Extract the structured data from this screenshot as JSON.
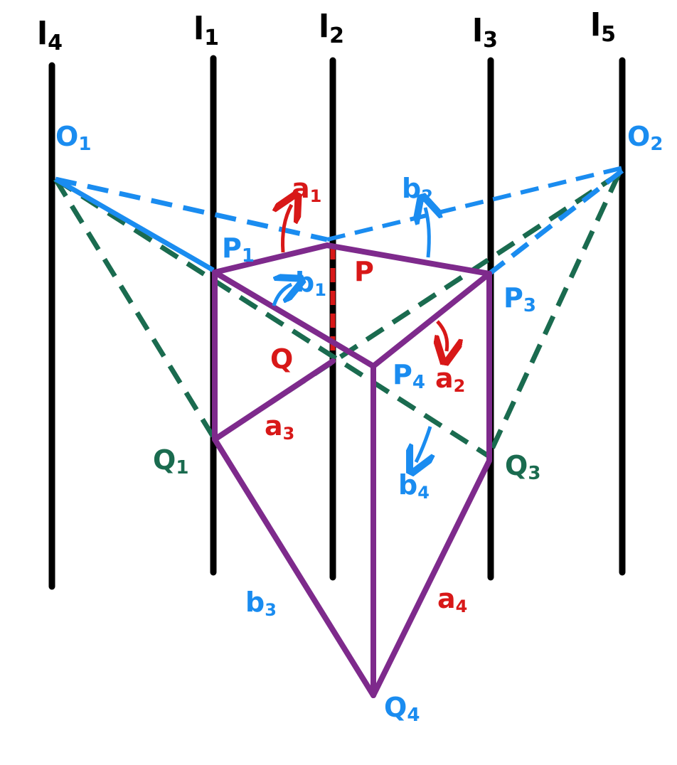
{
  "lines": {
    "l4": "l",
    "l4_sub": "4",
    "l1": "l",
    "l1_sub": "1",
    "l2": "l",
    "l2_sub": "2",
    "l3": "l",
    "l3_sub": "3",
    "l5": "l",
    "l5_sub": "5"
  },
  "points": {
    "O1": "O",
    "O1_sub": "1",
    "O2": "O",
    "O2_sub": "2",
    "P1": "P",
    "P1_sub": "1",
    "P3": "P",
    "P3_sub": "3",
    "P4": "P",
    "P4_sub": "4",
    "P": "P",
    "Q": "Q",
    "Q1": "Q",
    "Q1_sub": "1",
    "Q3": "Q",
    "Q3_sub": "3",
    "Q4": "Q",
    "Q4_sub": "4"
  },
  "segments": {
    "a1": "a",
    "a1_sub": "1",
    "a2": "a",
    "a2_sub": "2",
    "a3": "a",
    "a3_sub": "3",
    "a4": "a",
    "a4_sub": "4",
    "b1": "b",
    "b1_sub": "1",
    "b2": "b",
    "b2_sub": "2",
    "b3": "b",
    "b3_sub": "3",
    "b4": "b",
    "b4_sub": "4"
  },
  "colors": {
    "black": "#000000",
    "blue": "#1a8cf0",
    "red": "#d81818",
    "green": "#1a6b4f",
    "purple": "#7e2a8c"
  }
}
